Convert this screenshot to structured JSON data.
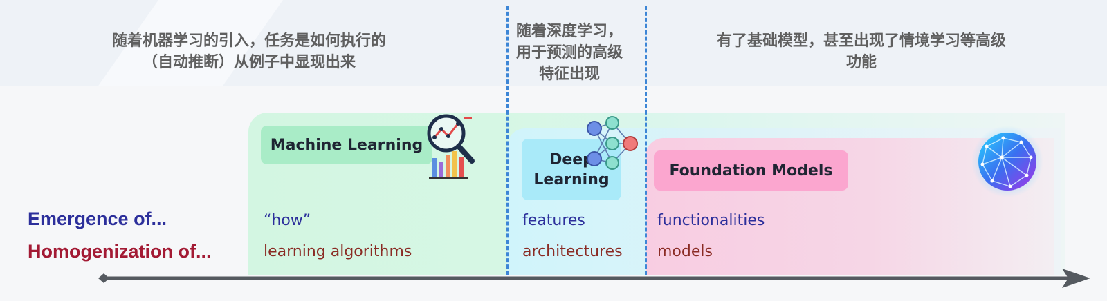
{
  "captions": {
    "ml_line1": "随着机器学习的引入，任务是如何执行的",
    "ml_line2": "（自动推断）从例子中显现出来",
    "dl_line1": "随着深度学习，",
    "dl_line2": "用于预测的高级",
    "dl_line3": "特征出现",
    "fm_line1": "有了基础模型，甚至出现了情境学习等高级",
    "fm_line2": "功能"
  },
  "stages": {
    "ml": {
      "title": "Machine Learning",
      "emergence": "“how”",
      "homogenization": "learning algorithms"
    },
    "dl": {
      "title_line1": "Deep",
      "title_line2": "Learning",
      "emergence": "features",
      "homogenization": "architectures"
    },
    "fm": {
      "title": "Foundation Models",
      "emergence": "functionalities",
      "homogenization": "models"
    }
  },
  "rows": {
    "emergence": "Emergence of...",
    "homogenization": "Homogenization of..."
  },
  "icons": {
    "ml": "magnifier-chart-icon",
    "dl": "neural-network-icon",
    "fm": "globe-network-icon"
  },
  "colors": {
    "ml_chip": "#a9ecc7",
    "dl_chip": "#a9eaf9",
    "fm_chip": "#fba6cf",
    "emergence_text": "#2c2f9b",
    "homogenization_text": "#a31a34",
    "divider": "#3d86d6",
    "timeline": "#555a60"
  }
}
